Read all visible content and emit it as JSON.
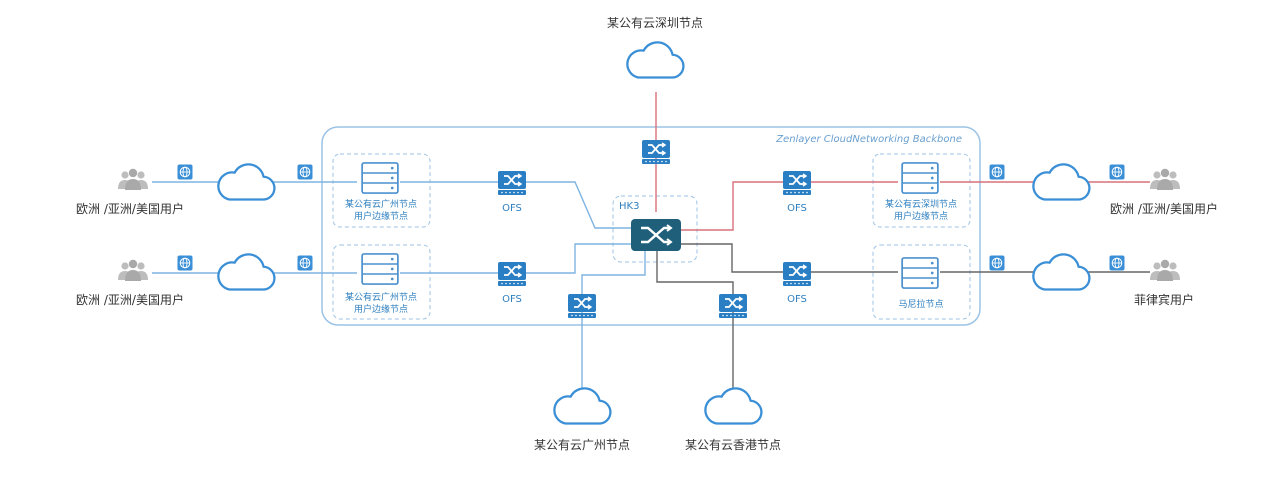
{
  "backbone": {
    "title": "Zenlayer CloudNetworking Backbone",
    "hub_label": "HK3"
  },
  "clouds": {
    "shenzhen": "某公有云深圳节点",
    "guangzhou": "某公有云广州节点",
    "hongkong": "某公有云香港节点"
  },
  "nodes": {
    "left_top": {
      "line1": "某公有云广州节点",
      "line2": "用户边缘节点"
    },
    "left_bottom": {
      "line1": "某公有云广州节点",
      "line2": "用户边缘节点"
    },
    "right_top": {
      "line1": "某公有云深圳节点",
      "line2": "用户边缘节点"
    },
    "right_bottom": {
      "line1": "马尼拉节点"
    }
  },
  "switches": {
    "ofs_left_top": "OFS",
    "ofs_left_bottom": "OFS",
    "ofs_right_top": "OFS",
    "ofs_right_bottom": "OFS"
  },
  "users": {
    "left_top": "欧洲 /亚洲/美国用户",
    "left_bottom": "欧洲 /亚洲/美国用户",
    "right_top": "欧洲 /亚洲/美国用户",
    "right_bottom": "菲律宾用户"
  },
  "colors": {
    "cloud_stroke": "#3a8fd6",
    "link_blue": "#7fb3e0",
    "link_red": "#d9707a",
    "link_gray": "#666666",
    "switch_fill": "#2a7fc4",
    "hub_fill": "#1f5f7a",
    "frame": "#9cc3e6"
  }
}
